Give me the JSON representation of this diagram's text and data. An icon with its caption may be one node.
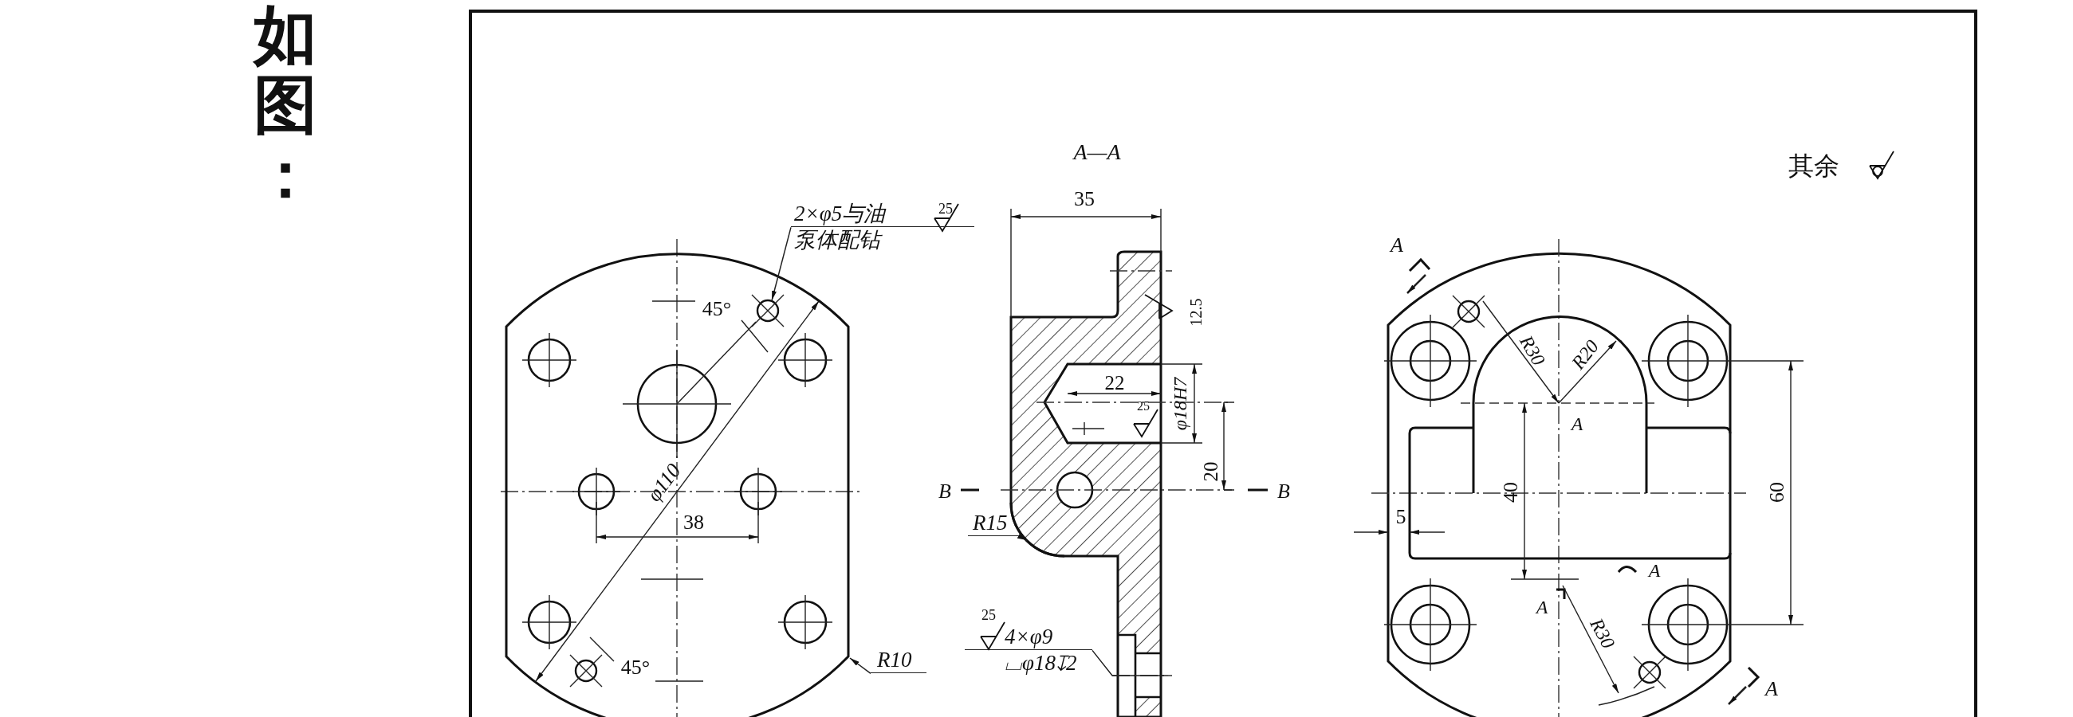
{
  "diagram": {
    "nodes": [
      {
        "text": [
          "2×φ5与油",
          "泵体配钻"
        ]
      },
      {
        "text": [
          "R10"
        ]
      },
      {
        "text": [
          "R15"
        ]
      },
      {
        "text": [
          "4×φ9",
          "⌴φ18↧2"
        ]
      },
      {
        "text": [],
        "shape": "circle",
        "in": 5
      },
      {
        "text": [],
        "shape": "picture"
      },
      {
        "text": [],
        "shape": "picture"
      }
    ],
    "edges": [
      {
        "from": 0,
        "to": 4,
        "arrow": "to"
      },
      {
        "from": 1,
        "to": 5,
        "arrow": "to"
      },
      {
        "from": 2,
        "to": 6,
        "arrow": "to"
      },
      {
        "from": 3,
        "to": null,
        "arrow": "none"
      }
    ],
    "labels": [
      "如图：",
      "A—A",
      "其余",
      "35",
      "25",
      "45°",
      "A",
      "12.5",
      "R30",
      "R20",
      "22",
      "φ18H7",
      "25",
      "A",
      "20",
      "60",
      "φ110",
      "B",
      "B",
      "40",
      "38",
      "5",
      "A",
      "A",
      "R30",
      "25",
      "45°",
      "A"
    ]
  }
}
